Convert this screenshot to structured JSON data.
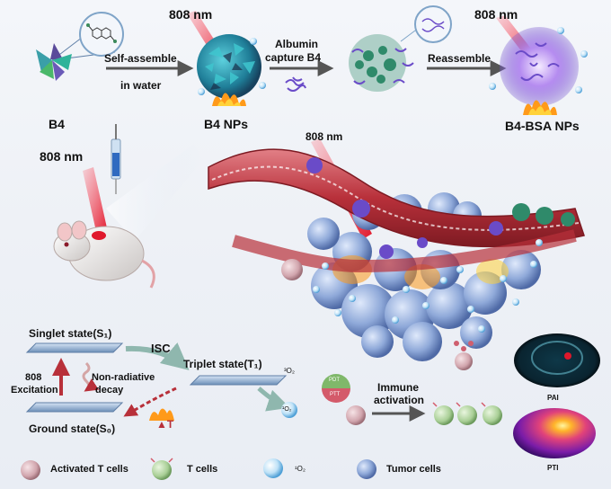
{
  "top": {
    "b4": "B4",
    "laser1": "808 nm",
    "arrow1_line1": "Self-assemble",
    "arrow1_line2": "in water",
    "b4_nps": "B4 NPs",
    "arrow2_line1": "Albumin",
    "arrow2_line2": "capture B4",
    "arrow3": "Reassemble",
    "laser2": "808 nm",
    "b4_bsa": "B4-BSA NPs",
    "singlet_o2": "¹O₂"
  },
  "middle": {
    "laser_mouse": "808 nm",
    "laser_vessel": "808 nm"
  },
  "jablonski": {
    "singlet": "Singlet state(S₁)",
    "isc": "ISC",
    "triplet": "Triplet state(T₁)",
    "excitation_line1": "808",
    "excitation_line2": "Excitation",
    "nonrad_line1": "Non-radiative",
    "nonrad_line2": "decay",
    "ground": "Ground state(S₀)",
    "heat": "▲T",
    "o2_in": "³O₂",
    "o2_out": "¹O₂"
  },
  "immune": {
    "pdt": "PDT",
    "ptt": "PTT",
    "line1": "Immune",
    "line2": "activation"
  },
  "imaging": {
    "pai": "PAI",
    "pti": "PTI"
  },
  "legend": {
    "activated_t": "Activated T cells",
    "t_cells": "T  cells",
    "singlet_o2": "¹O₂",
    "tumor": "Tumor cells"
  },
  "colors": {
    "laser": "#e0182b",
    "vessel": "#b8303a",
    "nanoparticle": "#2fa3b8",
    "bsa": "#6a4bc8",
    "tumor": "#8aa6d6"
  }
}
